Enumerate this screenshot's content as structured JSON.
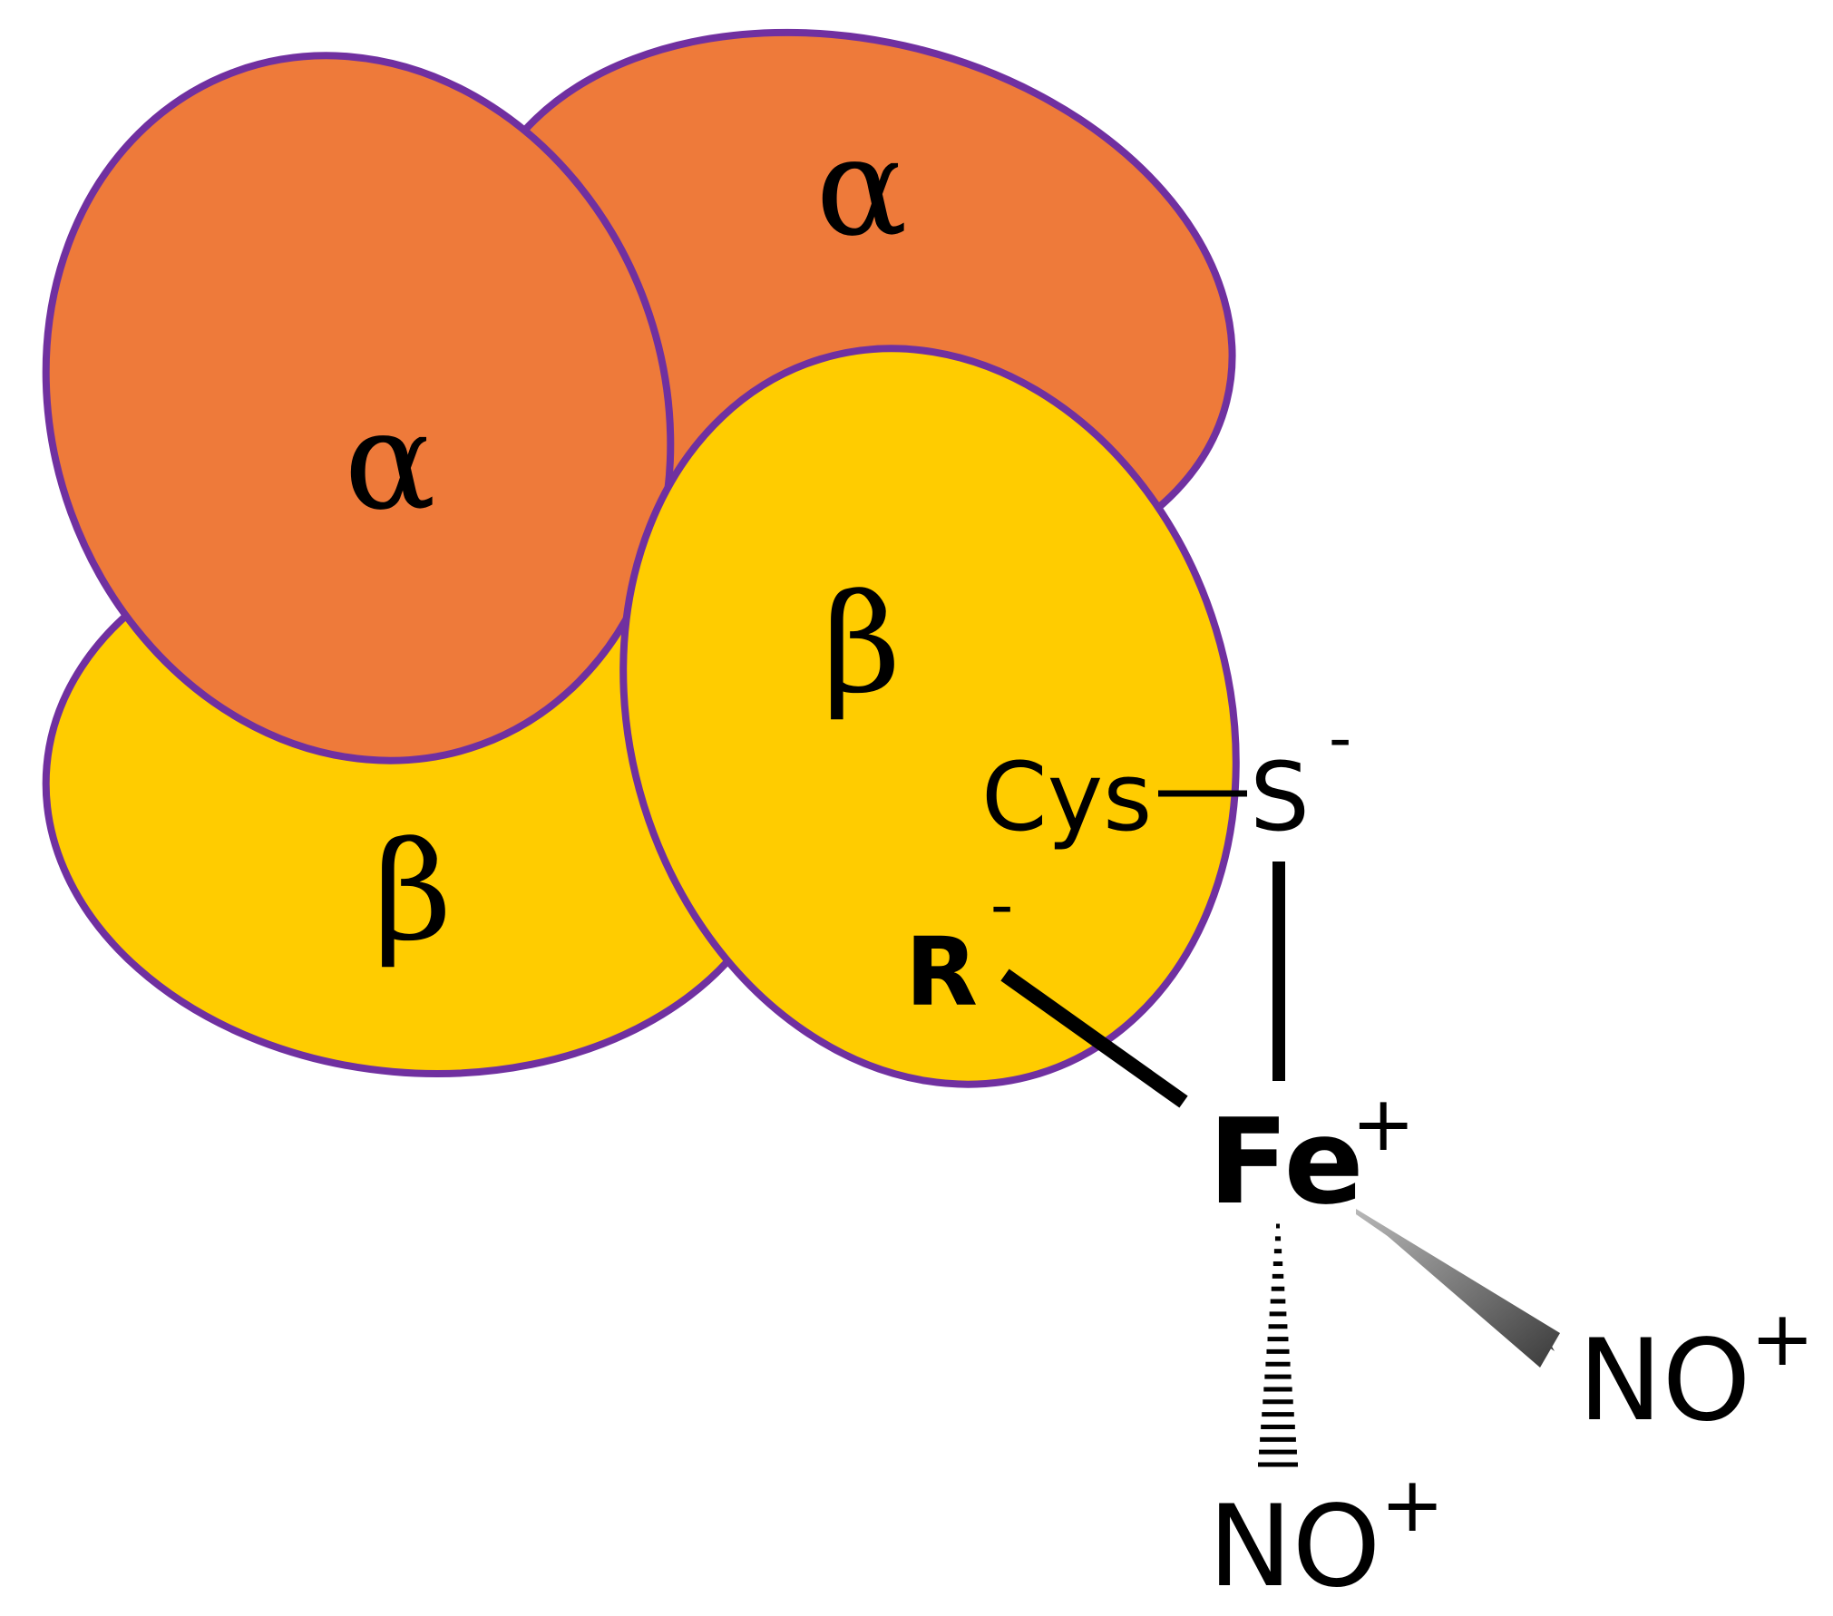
{
  "colors": {
    "alpha_fill": "#EE7A3A",
    "beta_fill": "#FFCC00",
    "outline": "#7030A0",
    "ink": "#000000"
  },
  "subunits": {
    "alpha_left": "α",
    "alpha_right": "α",
    "beta_left": "β",
    "beta_right": "β"
  },
  "complex": {
    "cys": "Cys",
    "sulfur": "S",
    "sulfur_charge": "-",
    "r_group": "R",
    "r_charge": "-",
    "iron": "Fe",
    "iron_charge": "+",
    "no_right": "NO",
    "no_right_charge": "+",
    "no_bottom": "NO",
    "no_bottom_charge": "+"
  }
}
